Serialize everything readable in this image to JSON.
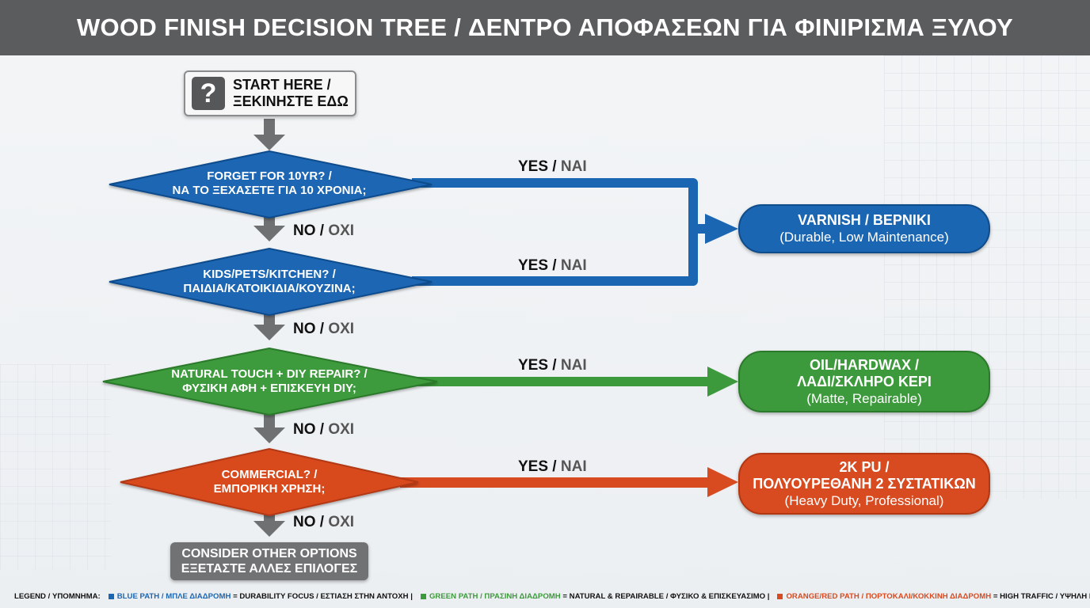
{
  "header": {
    "title": "WOOD FINISH DECISION TREE / ΔΕΝΤΡΟ ΑΠΟΦΑΣΕΩΝ ΓΙΑ ΦΙΝΙΡΙΣΜΑ ΞΥΛΟΥ"
  },
  "start": {
    "icon": "question-mark-icon",
    "icon_glyph": "?",
    "line1": "START HERE /",
    "line2": "ΞΕΚΙΝΗΣΤΕ ΕΔΩ"
  },
  "questions": [
    {
      "line1": "FORGET FOR 10YR? /",
      "line2": "ΝΑ ΤΟ ΞΕΧΑΣΕΤΕ ΓΙΑ 10 ΧΡΟΝΙΑ;",
      "color": "#1b66b3"
    },
    {
      "line1": "KIDS/PETS/KITCHEN? /",
      "line2": "ΠΑΙΔΙΑ/ΚΑΤΟΙΚΙΔΙΑ/ΚΟΥΖΙΝΑ;",
      "color": "#1b66b3"
    },
    {
      "line1": "NATURAL TOUCH + DIY REPAIR? /",
      "line2": "ΦΥΣΙΚΗ ΑΦΗ + ΕΠΙΣΚΕΥΗ DIY;",
      "color": "#3d9a3c"
    },
    {
      "line1": "COMMERCIAL? /",
      "line2": "ΕΜΠΟΡΙΚΗ ΧΡΗΣΗ;",
      "color": "#d84a1f"
    }
  ],
  "labels": {
    "yes_en": "YES",
    "yes_gr": "ΝΑΙ",
    "no_en": "NO",
    "no_gr": "ΟΧΙ",
    "sep": " / "
  },
  "results": {
    "varnish": {
      "title": "VARNISH / ΒΕΡΝΙΚΙ",
      "subtitle": "(Durable, Low Maintenance)"
    },
    "oil": {
      "title1": "OIL/HARDWAX /",
      "title2": "ΛΑΔΙ/ΣΚΛΗΡΟ ΚΕΡΙ",
      "subtitle": "(Matte, Repairable)"
    },
    "pu": {
      "title1": "2K PU /",
      "title2": "ΠΟΛΥΟΥΡΕΘΑΝΗ 2 ΣΥΣΤΑΤΙΚΩΝ",
      "subtitle": "(Heavy Duty, Professional)"
    }
  },
  "end": {
    "line1": "CONSIDER OTHER OPTIONS",
    "line2": "ΕΞΕΤΑΣΤΕ ΑΛΛΕΣ ΕΠΙΛΟΓΕΣ"
  },
  "legend": {
    "title": "LEGEND / ΥΠΟΜΝΗΜΑ:",
    "blue_path": "BLUE PATH / ΜΠΛΕ ΔΙΑΔΡΟΜΗ",
    "blue_desc": "= DURABILITY FOCUS / ΕΣΤΙΑΣΗ ΣΤΗΝ ΑΝΤΟΧΗ |",
    "green_path": "GREEN PATH / ΠΡΑΣΙΝΗ ΔΙΑΔΡΟΜΗ",
    "green_desc": "= NATURAL & REPAIRABLE / ΦΥΣΙΚΟ & ΕΠΙΣΚΕΥΑΣΙΜΟ |",
    "orange_path": "ORANGE/RED PATH / ΠΟΡΤΟΚΑΛΙ/ΚΟΚΚΙΝΗ ΔΙΑΔΡΟΜΗ",
    "orange_desc": "= HIGH TRAFFIC / ΥΨΗΛΗ ΚΥΚΛΟΦΟΡΙΑ"
  },
  "colors": {
    "blue": "#1b66b3",
    "green": "#3d9a3c",
    "orange": "#d84a1f",
    "gray": "#707274",
    "header": "#5a5c5e"
  }
}
